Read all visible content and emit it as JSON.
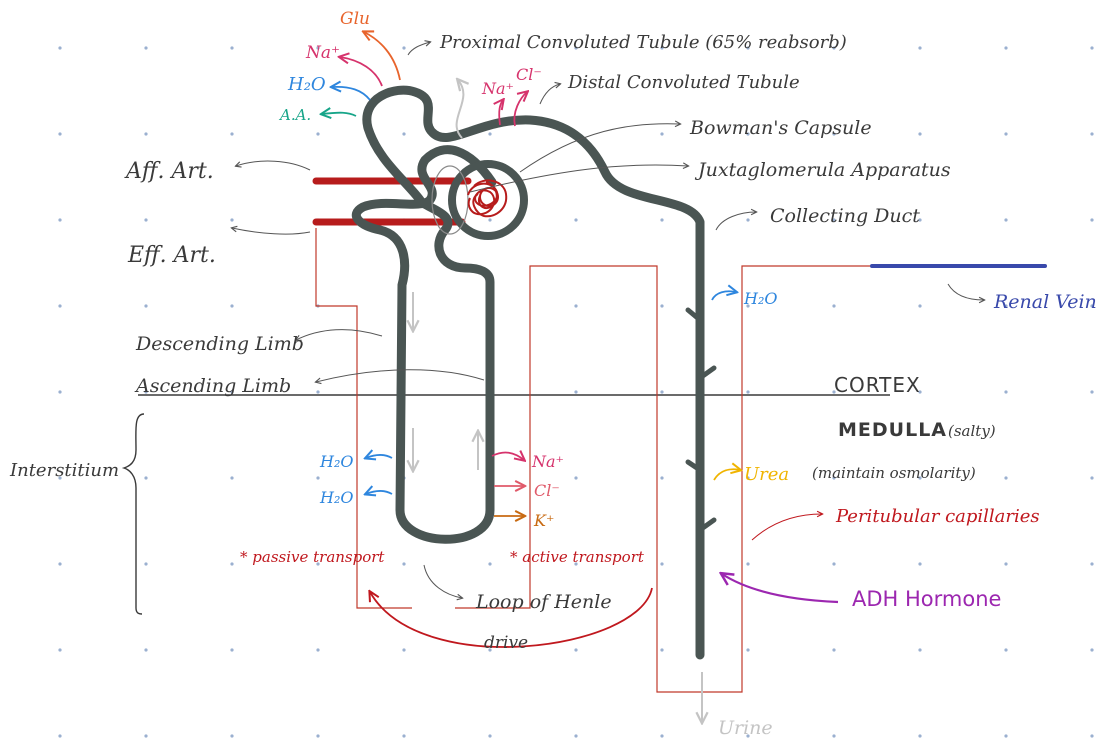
{
  "labels": {
    "glu": "Glu",
    "na_top": "Na⁺",
    "h2o_top": "H₂O",
    "aa": "A.A.",
    "pct": "Proximal Convoluted Tubule (65% reabsorb)",
    "na_dct": "Na⁺",
    "cl_dct": "Cl⁻",
    "dct": "Distal Convoluted Tubule",
    "bowman": "Bowman's Capsule",
    "jga": "Juxtaglomerula Apparatus",
    "aff": "Aff. Art.",
    "eff": "Eff. Art.",
    "collecting": "Collecting Duct",
    "h2o_cd": "H₂O",
    "renal_vein": "Renal Vein",
    "descending": "Descending Limb",
    "ascending": "Ascending Limb",
    "cortex": "CORTEX",
    "medulla": "MEDULLA",
    "salty": "(salty)",
    "interstitium": "Interstitium",
    "h2o_1": "H₂O",
    "h2o_2": "H₂O",
    "na_loop": "Na⁺",
    "cl_loop": "Cl⁻",
    "k_loop": "K⁺",
    "urea": "Urea",
    "urea_note": "(maintain osmolarity)",
    "peritubular": "Peritubular capillaries",
    "passive": "* passive transport",
    "active": "* active transport",
    "loop": "Loop of Henle",
    "drive": "drive",
    "adh": "ADH Hormone",
    "urine": "Urine"
  },
  "colors": {
    "tubule": "#4a5553",
    "artery": "#b71c1c",
    "capillary_outline": "#c0392b",
    "vein": "#3949ab",
    "water": "#2e86de",
    "sodium": "#d6336c",
    "chloride": "#e05a6a",
    "potassium": "#c86a12",
    "glucose": "#e8642c",
    "amino_acid": "#17a589",
    "urea": "#f0b400",
    "adh": "#9c27b0",
    "flow_arrow": "#c4c4c4",
    "note_red": "#c0181e",
    "ink": "#3a3a3a",
    "grid_dot": "#9bb0d0"
  }
}
